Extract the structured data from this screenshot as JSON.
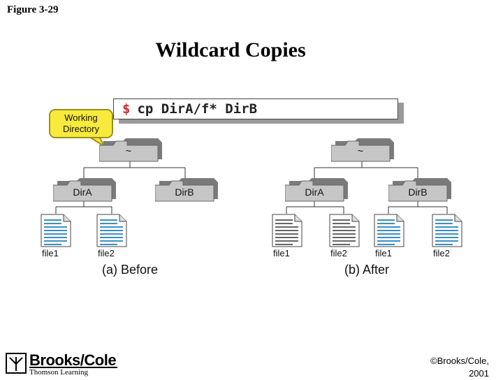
{
  "figure_label": "Figure 3-29",
  "title": "Wildcard Copies",
  "command": {
    "prompt": "$",
    "text": "cp DirA/f* DirB"
  },
  "callout": {
    "line1": "Working",
    "line2": "Directory"
  },
  "before": {
    "root_label": "~",
    "dirs": [
      "DirA",
      "DirB"
    ],
    "files": [
      "file1",
      "file2"
    ],
    "caption": "(a) Before"
  },
  "after": {
    "root_label": "~",
    "dirs": [
      "DirA",
      "DirB"
    ],
    "dira_files": [
      "file1",
      "file2"
    ],
    "dirb_files": [
      "file1",
      "file2"
    ],
    "caption": "(b) After"
  },
  "footer": {
    "brand": "Brooks/Cole",
    "sub": "Thomson Learning",
    "copyright_line1": "©Brooks/Cole,",
    "copyright_line2": "2001"
  },
  "colors": {
    "folder_gray": "#c6c6c6",
    "folder_dark": "#7a7a7a",
    "callout_yellow": "#f7ea3c",
    "prompt_red": "#d8262d",
    "file_blue_line": "#3a8fc6"
  }
}
